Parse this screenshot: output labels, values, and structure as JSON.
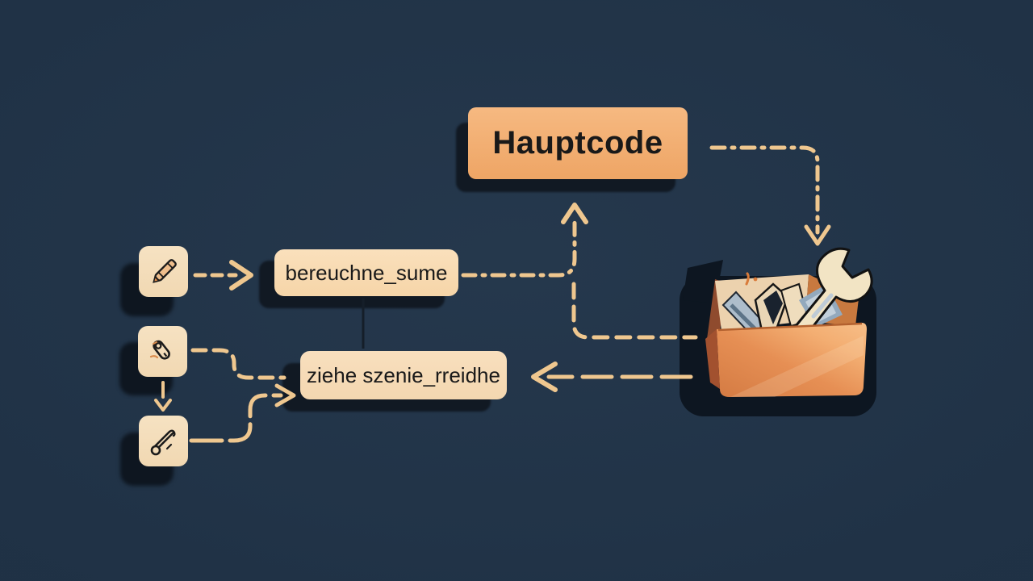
{
  "diagram": {
    "kind": "flowchart-illustration",
    "nodes": {
      "hauptcode": {
        "label": "Hauptcode"
      },
      "berechne": {
        "label": "bereuchne_sume"
      },
      "ziehe": {
        "label": "ziehe szenie_rreidhe"
      }
    },
    "icons": [
      {
        "name": "pencil-icon"
      },
      {
        "name": "pin-tool-icon"
      },
      {
        "name": "safety-pin-icon"
      }
    ],
    "illustration": {
      "name": "toolbox-with-wrench"
    },
    "colors": {
      "background": "#213449",
      "node_orange": "#F2AC70",
      "node_cream": "#F8DBB3",
      "arrow": "#EFC78F",
      "shadow": "#111923",
      "text": "#191919",
      "toolbox_front": "#E68F54",
      "toolbox_side": "#A2512F",
      "toolbox_lid": "#ECD2AE",
      "tool_blue": "#A9BACB",
      "wrench_cream": "#F2E4C4"
    }
  }
}
